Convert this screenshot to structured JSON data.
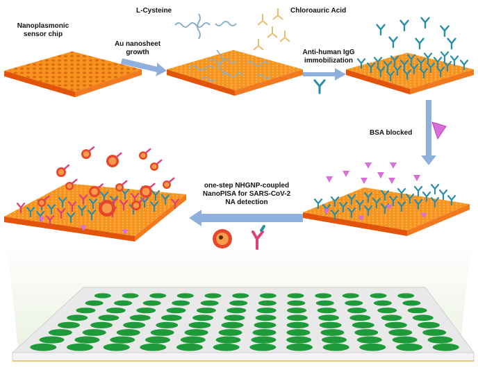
{
  "labels": {
    "sensor_chip_line1": "Nanoplasmonic",
    "sensor_chip_line2": "sensor chip",
    "step1_line1": "Au nanosheet",
    "step1_line2": "growth",
    "reagent_cysteine": "L-Cysteine",
    "reagent_chloroauric": "Chloroauric Acid",
    "step2_line1": "Anti-human IgG",
    "step2_line2": "immobilization",
    "step3": "BSA blocked",
    "step4_line1": "one-step NHGNP-coupled",
    "step4_line2": "NanoPISA for SARS-CoV-2",
    "step4_line3": "NA detection"
  },
  "colors": {
    "chip_top": "#f7931e",
    "chip_dot": "#e06a10",
    "chip_side": "#e2540a",
    "arrow": "#8fb0dc",
    "antibody": "#2a8fa6",
    "antibody_pink": "#e0407a",
    "bsa": "#d66fd6",
    "cysteine": "#8ab0c6",
    "chloroauric": "#e8bd6a",
    "nanoparticle": "#e8462a",
    "well_green": "#1e9a3a",
    "plate": "#e6e6e6"
  },
  "plate": {
    "rows": 8,
    "cols": 12
  }
}
